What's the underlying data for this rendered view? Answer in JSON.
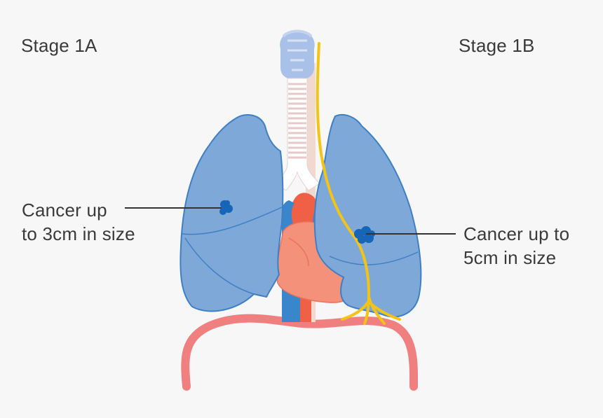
{
  "stages": {
    "left": "Stage 1A",
    "right": "Stage 1B"
  },
  "annotations": {
    "left": {
      "line1": "Cancer up",
      "line2": "to 3cm in size"
    },
    "right": {
      "line1": "Cancer up to",
      "line2": "5cm in size"
    }
  },
  "colors": {
    "lung_fill": "#7ea8d8",
    "lung_stroke": "#3f7fc4",
    "tumor": "#1565b8",
    "heart": "#f4917a",
    "aorta": "#ef6046",
    "vessel_blue": "#3a86cc",
    "diaphragm": "#f08080",
    "nerve": "#f3c316",
    "trachea": "#ffffff",
    "head": "#a9c0e8"
  }
}
